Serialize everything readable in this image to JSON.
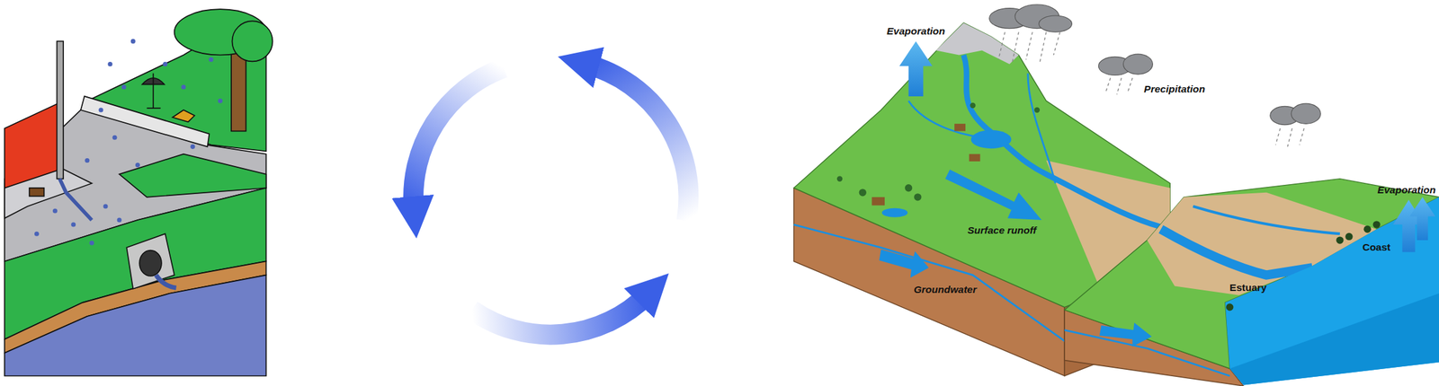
{
  "diagram": {
    "labels": [
      "Evaporation",
      "Precipitation",
      "Surface runoff",
      "Groundwater",
      "Estuary",
      "Coast",
      "Evaporation"
    ]
  }
}
